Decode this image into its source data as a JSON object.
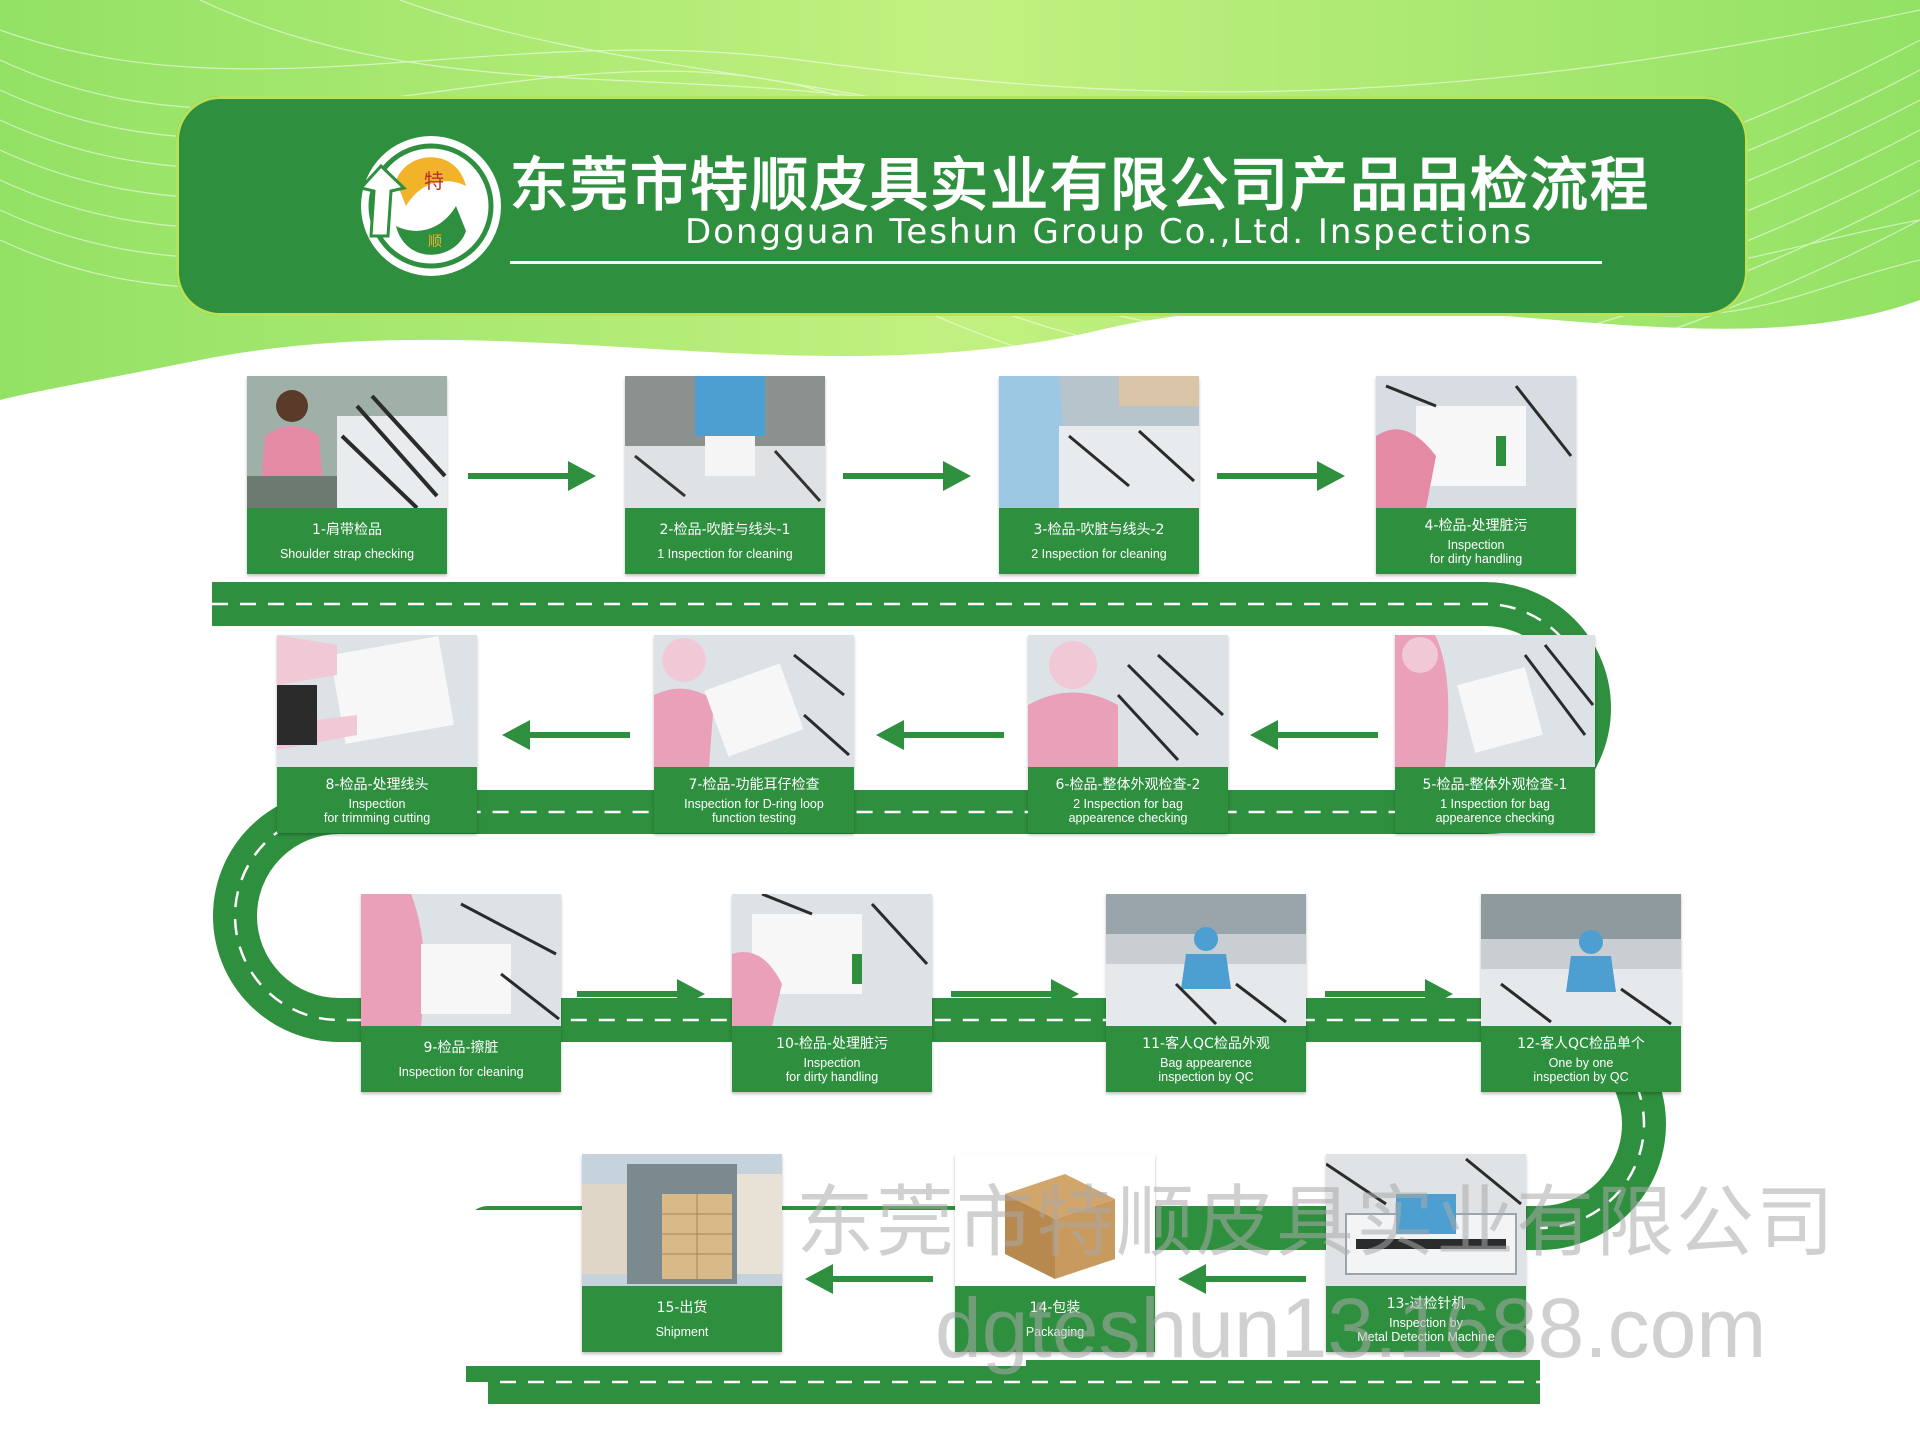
{
  "header": {
    "title_cn": "东莞市特顺皮具实业有限公司产品品检流程",
    "title_en": "Dongguan Teshun Group Co.,Ltd. Inspections",
    "logo_text": [
      "特",
      "顺"
    ]
  },
  "steps": [
    {
      "cn": "1-肩带检品",
      "en": "Shoulder strap checking"
    },
    {
      "cn": "2-检品-吹脏与线头-1",
      "en": "1 Inspection for cleaning"
    },
    {
      "cn": "3-检品-吹脏与线头-2",
      "en": "2 Inspection for cleaning"
    },
    {
      "cn": "4-检品-处理脏污",
      "en": "Inspection\nfor dirty handling"
    },
    {
      "cn": "5-检品-整体外观检查-1",
      "en": "1 Inspection for bag\nappearence checking"
    },
    {
      "cn": "6-检品-整体外观检查-2",
      "en": "2 Inspection for bag\nappearence checking"
    },
    {
      "cn": "7-检品-功能耳仔检查",
      "en": "Inspection for D-ring loop\nfunction testing"
    },
    {
      "cn": "8-检品-处理线头",
      "en": "Inspection\nfor trimming cutting"
    },
    {
      "cn": "9-检品-擦脏",
      "en": "Inspection for cleaning"
    },
    {
      "cn": "10-检品-处理脏污",
      "en": "Inspection\nfor dirty handling"
    },
    {
      "cn": "11-客人QC检品外观",
      "en": "Bag appearence\ninspection by  QC"
    },
    {
      "cn": "12-客人QC检品单个",
      "en": "One by one\ninspection by QC"
    },
    {
      "cn": "13-过检针机",
      "en": "Inspection by\nMetal Detection Machine"
    },
    {
      "cn": "14-包装",
      "en": "Packaging"
    },
    {
      "cn": "15-出货",
      "en": "Shipment"
    }
  ],
  "watermark": {
    "cn": "东莞市特顺皮具实业有限公司",
    "url": "dgteshun13.1688.com"
  },
  "colors": {
    "green": "#2e8f3f",
    "lime": "#8fd63a",
    "white": "#ffffff"
  }
}
